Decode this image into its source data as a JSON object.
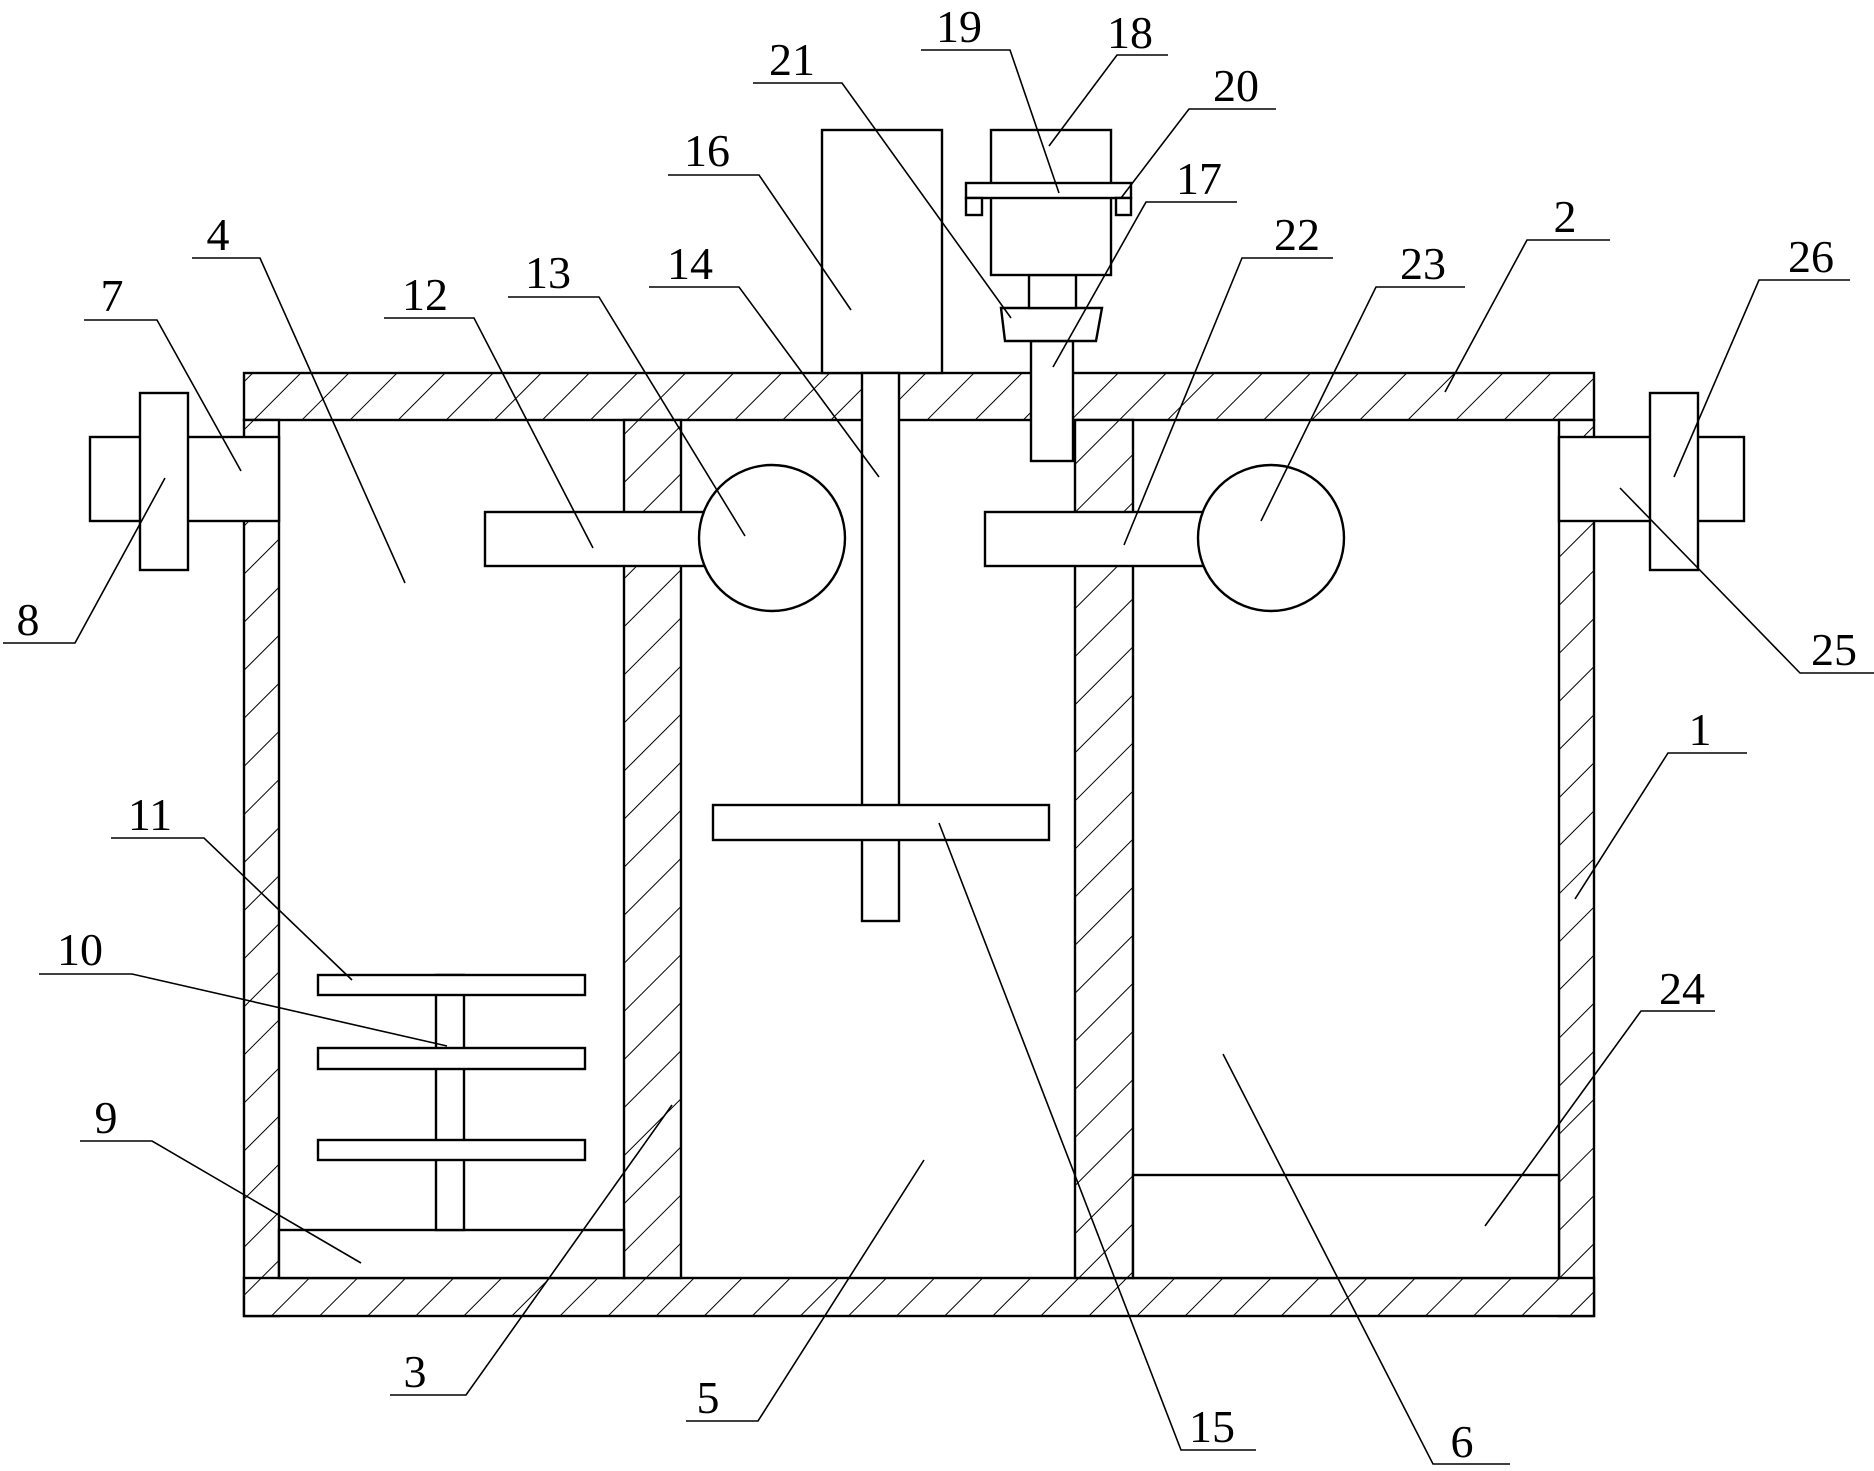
{
  "figure": {
    "callouts": [
      "1",
      "2",
      "3",
      "4",
      "5",
      "6",
      "7",
      "8",
      "9",
      "10",
      "11",
      "12",
      "13",
      "14",
      "15",
      "16",
      "17",
      "18",
      "19",
      "20",
      "21",
      "22",
      "23",
      "24",
      "25",
      "26"
    ]
  },
  "colors": {
    "line": "#000000",
    "background": "#ffffff"
  }
}
